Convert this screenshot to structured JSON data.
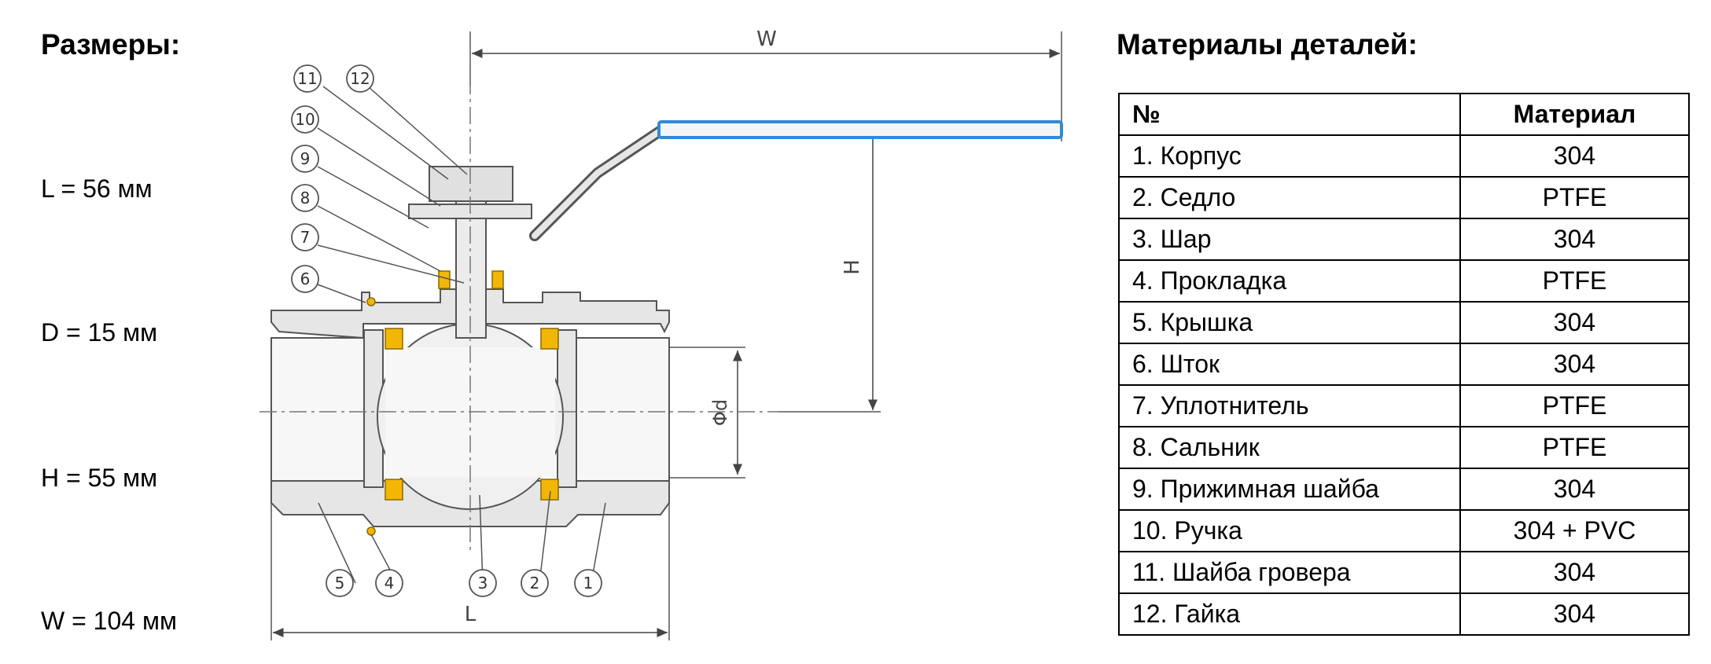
{
  "dimensions": {
    "title": "Размеры:",
    "items": [
      "L = 56 мм",
      "D = 15 мм",
      "H = 55 мм",
      "W = 104 мм"
    ]
  },
  "drawing": {
    "dim_labels": {
      "w": "W",
      "h": "H",
      "l": "L",
      "d": "Φd"
    },
    "callouts": [
      "1",
      "2",
      "3",
      "4",
      "5",
      "6",
      "7",
      "8",
      "9",
      "10",
      "11",
      "12"
    ],
    "colors": {
      "body": "#e6e6e6",
      "outline": "#555555",
      "seal": "#f2b705",
      "handle": "#2e8bd8"
    }
  },
  "materials": {
    "title": "Материалы деталей:",
    "header": {
      "num": "№",
      "material": "Материал"
    },
    "rows": [
      {
        "part": "1.   Корпус",
        "material": "304"
      },
      {
        "part": "2.   Седло",
        "material": "PTFE"
      },
      {
        "part": "3.   Шар",
        "material": "304"
      },
      {
        "part": "4.   Прокладка",
        "material": "PTFE"
      },
      {
        "part": "5.   Крышка",
        "material": "304"
      },
      {
        "part": "6.   Шток",
        "material": "304"
      },
      {
        "part": "7.   Уплотнитель",
        "material": "PTFE"
      },
      {
        "part": "8.   Сальник",
        "material": "PTFE"
      },
      {
        "part": "9.   Прижимная шайба",
        "material": "304"
      },
      {
        "part": "10. Ручка",
        "material": "304 + PVC"
      },
      {
        "part": "11. Шайба гровера",
        "material": "304"
      },
      {
        "part": "12. Гайка",
        "material": "304"
      }
    ]
  }
}
